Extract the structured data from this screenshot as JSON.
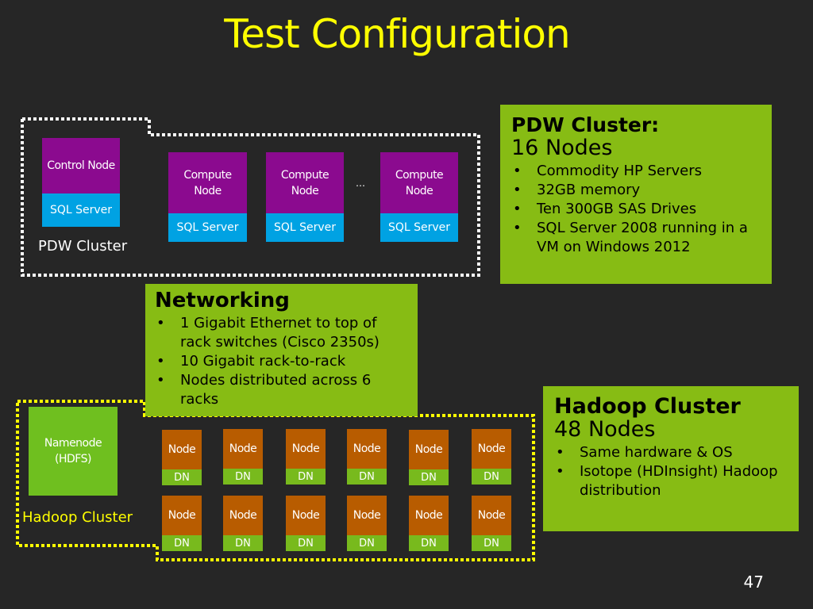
{
  "slide": {
    "title": "Test Configuration",
    "page_number": "47"
  },
  "pdw_diagram": {
    "label": "PDW Cluster",
    "control_node": {
      "top": "Control Node",
      "bottom": "SQL Server"
    },
    "compute_nodes": [
      {
        "top": "Compute Node",
        "bottom": "SQL Server"
      },
      {
        "top": "Compute Node",
        "bottom": "SQL Server"
      },
      {
        "top": "Compute Node",
        "bottom": "SQL Server"
      }
    ],
    "ellipsis": "…"
  },
  "pdw_panel": {
    "heading": "PDW Cluster:",
    "subheading": "16 Nodes",
    "bullets": [
      "Commodity HP Servers",
      "32GB memory",
      "Ten 300GB SAS Drives",
      "SQL Server 2008 running in a VM on Windows 2012"
    ]
  },
  "networking_panel": {
    "heading": "Networking",
    "bullets": [
      "1 Gigabit Ethernet to top of rack switches (Cisco 2350s)",
      "10 Gigabit rack-to-rack",
      "Nodes distributed across 6 racks"
    ]
  },
  "hadoop_diagram": {
    "label": "Hadoop Cluster",
    "namenode": "Namenode (HDFS)",
    "node_label": "Node",
    "dn_label": "DN",
    "rows": 2,
    "columns": 6
  },
  "hadoop_panel": {
    "heading": "Hadoop Cluster",
    "subheading": "48 Nodes",
    "bullets": [
      "Same hardware & OS",
      "Isotope (HDInsight) Hadoop distribution"
    ]
  },
  "colors": {
    "title": "#ffff00",
    "background": "#262626",
    "pdw_node_top": "#8b0a8f",
    "pdw_node_bottom": "#00a2e3",
    "hadoop_node_top": "#b85c00",
    "hadoop_node_bottom": "#78ba1d",
    "panel": "#87bc14",
    "pdw_outline": "#ffffff",
    "hadoop_outline": "#ffff00",
    "hadoop_label": "#ffff00"
  }
}
